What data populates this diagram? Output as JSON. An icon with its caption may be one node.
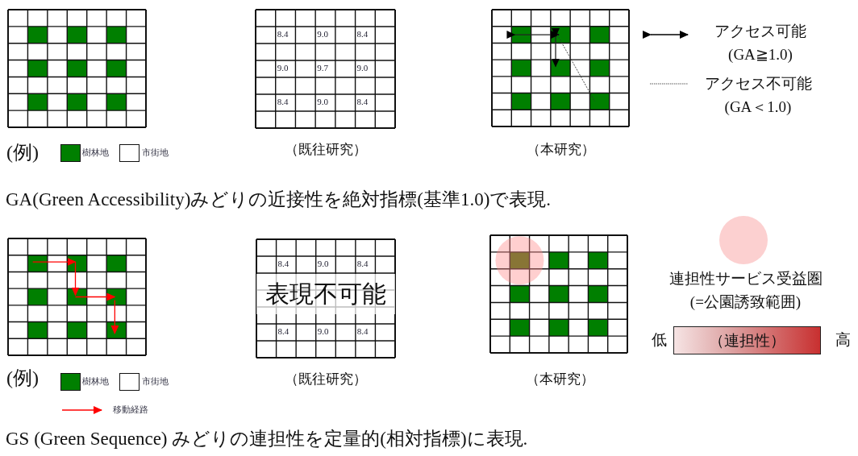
{
  "diagram": {
    "nodes": [
      {
        "text": [
          "表現不可能"
        ]
      },
      {
        "text": [
          "（連担性）"
        ]
      }
    ],
    "labels": [
      "8.4",
      "9.0",
      "8.4",
      "9.0",
      "9.7",
      "9.0",
      "8.4",
      "9.0",
      "8.4",
      "(例)",
      "（既往研究）",
      "（本研究）",
      "GA(Green Accessibility)みどりの近接性を絶対指標(基準1.0)で表現.",
      "8.4",
      "9.0",
      "8.4",
      "8.4",
      "9.0",
      "8.4",
      "(例)",
      "（既往研究）",
      "（本研究）",
      "低",
      "高",
      "GS (Green Sequence) みどりの連担性を定量的(相対指標)に表現."
    ],
    "legend": [
      {
        "text": "樹林地",
        "color": "#007f00"
      },
      {
        "text": "市街地",
        "color": "#ffffff"
      },
      {
        "text": "アクセス可能 (GA≧1.0)"
      },
      {
        "text": "アクセス不可能 (GA＜1.0)"
      },
      {
        "text": "樹林地",
        "color": "#007f00"
      },
      {
        "text": "市街地",
        "color": "#ffffff"
      },
      {
        "text": "移動経路"
      },
      {
        "text": "連担性サービス受益圏 (=公園誘致範囲)",
        "color": "#fcd0d0"
      }
    ]
  }
}
